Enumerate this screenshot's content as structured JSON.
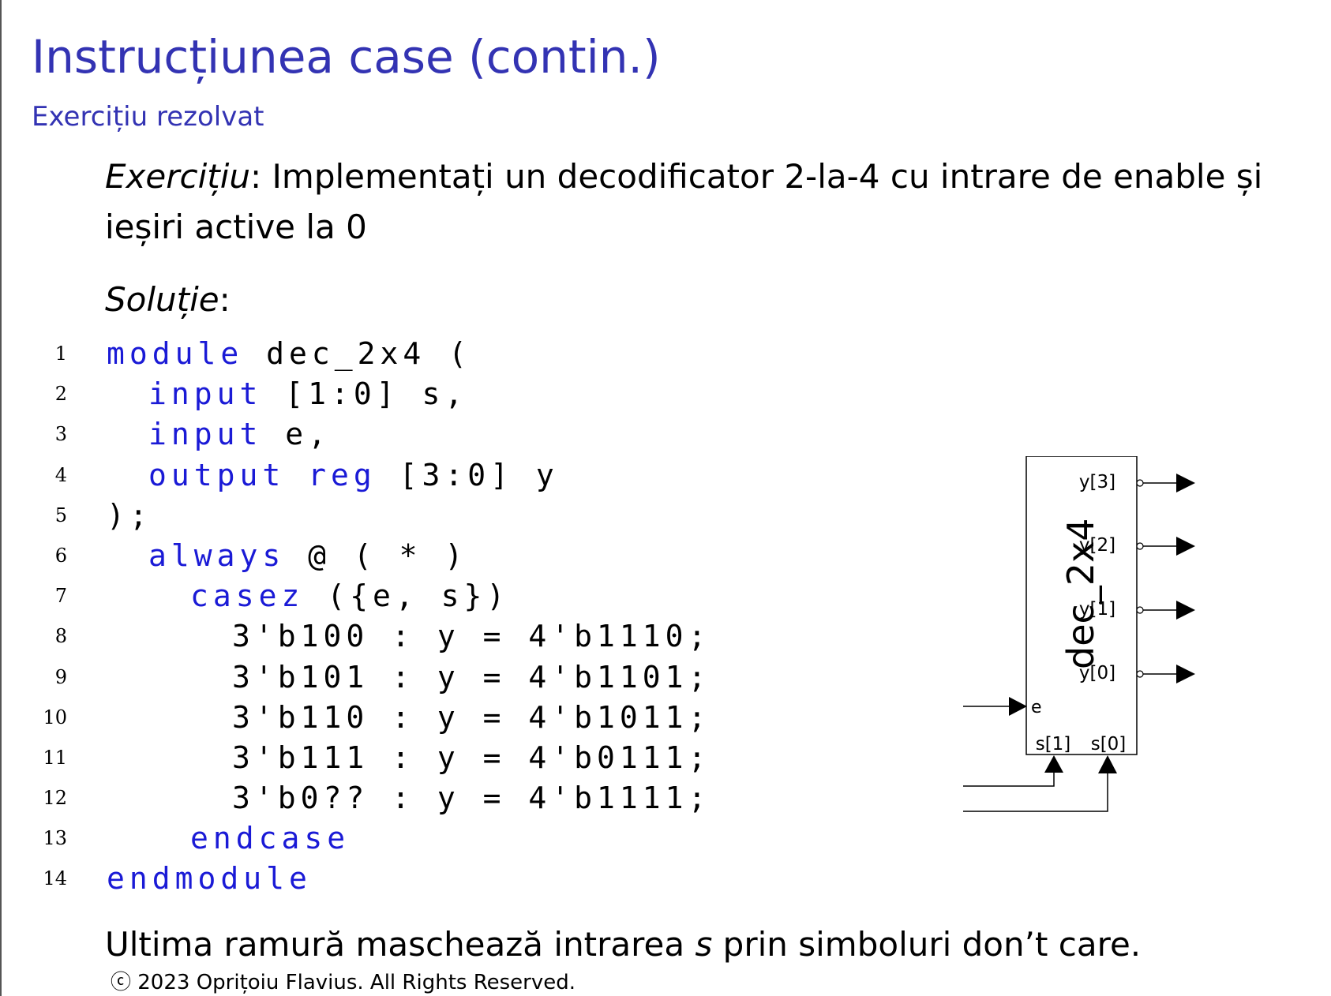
{
  "slide": {
    "title": "Instrucțiunea case (contin.)",
    "subtitle": "Exercițiu rezolvat",
    "exercise_label": "Exercițiu",
    "exercise_text": ": Implementați un decodificator 2-la-4 cu intrare de enable și ieșiri active la 0",
    "solution_label": "Soluție",
    "solution_colon": ":",
    "note_before": "Ultima ramură maschează intrarea ",
    "note_var": "s",
    "note_after": " prin simboluri don’t care.",
    "footer": "ⓒ 2023 Oprițoiu Flavius. All Rights Reserved."
  },
  "code": {
    "lines": [
      {
        "num": "1",
        "indent": 0,
        "kw": "module",
        "rest": " dec_2x4 ("
      },
      {
        "num": "2",
        "indent": 1,
        "kw": "input",
        "rest": " [1:0] s,"
      },
      {
        "num": "3",
        "indent": 1,
        "kw": "input",
        "rest": " e,"
      },
      {
        "num": "4",
        "indent": 1,
        "kw": "output reg",
        "rest": " [3:0] y"
      },
      {
        "num": "5",
        "indent": 0,
        "kw": "",
        "rest": ");"
      },
      {
        "num": "6",
        "indent": 1,
        "kw": "always",
        "rest": " @ ( * )"
      },
      {
        "num": "7",
        "indent": 2,
        "kw": "casez",
        "rest": " ({e, s})"
      },
      {
        "num": "8",
        "indent": 3,
        "kw": "",
        "rest": "3'b100 : y = 4'b1110;"
      },
      {
        "num": "9",
        "indent": 3,
        "kw": "",
        "rest": "3'b101 : y = 4'b1101;"
      },
      {
        "num": "10",
        "indent": 3,
        "kw": "",
        "rest": "3'b110 : y = 4'b1011;"
      },
      {
        "num": "11",
        "indent": 3,
        "kw": "",
        "rest": "3'b111 : y = 4'b0111;"
      },
      {
        "num": "12",
        "indent": 3,
        "kw": "",
        "rest": "3'b0?? : y = 4'b1111;"
      },
      {
        "num": "13",
        "indent": 2,
        "kw": "endcase",
        "rest": ""
      },
      {
        "num": "14",
        "indent": 0,
        "kw": "endmodule",
        "rest": ""
      }
    ]
  },
  "diagram": {
    "block_name": "dec_2x4",
    "outputs": [
      "y[3]",
      "y[2]",
      "y[1]",
      "y[0]"
    ],
    "enable_label": "e",
    "select_labels": [
      "s[1]",
      "s[0]"
    ]
  },
  "colors": {
    "title": "#3333b3",
    "keyword": "#1a1ad6"
  }
}
